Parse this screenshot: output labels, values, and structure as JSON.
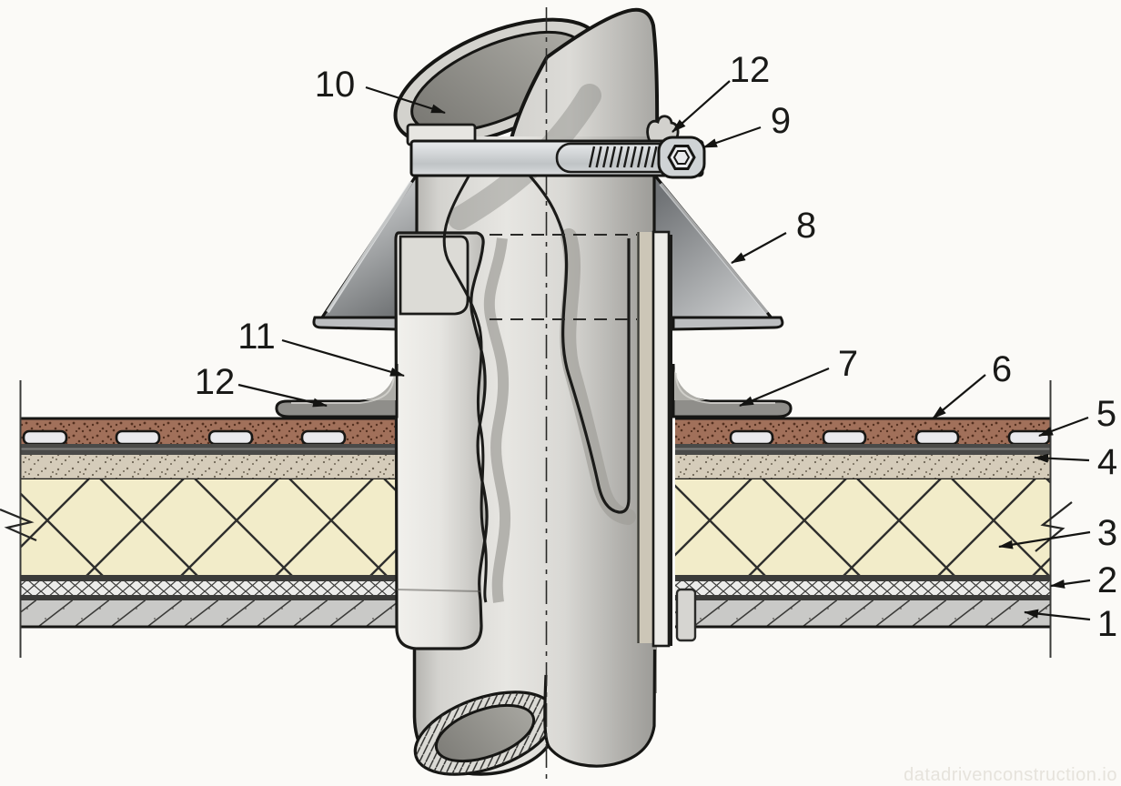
{
  "figure": {
    "kind": "roof-pipe-penetration-detail-drawing",
    "watermark": "datadrivenconstruction.io",
    "callouts": [
      "10",
      "12",
      "9",
      "8",
      "11",
      "12",
      "7",
      "6",
      "5",
      "4",
      "3",
      "2",
      "1"
    ],
    "colors": {
      "background": "#fbfaf7",
      "outline": "#1a1a18",
      "pipe_gray": "#d9d8d4",
      "clamp_metal": "#d6d9db",
      "collar_gray": "#9fa2a4",
      "sleeve_light": "#ededе9",
      "gravel_brown": "#a1705a",
      "pad_white": "#e9e9ed",
      "membrane_dark": "#4a4a48",
      "screed_beige": "#d5ccba",
      "insulation_cream": "#f2ecc9",
      "concrete_gray": "#c9c9c7"
    }
  }
}
